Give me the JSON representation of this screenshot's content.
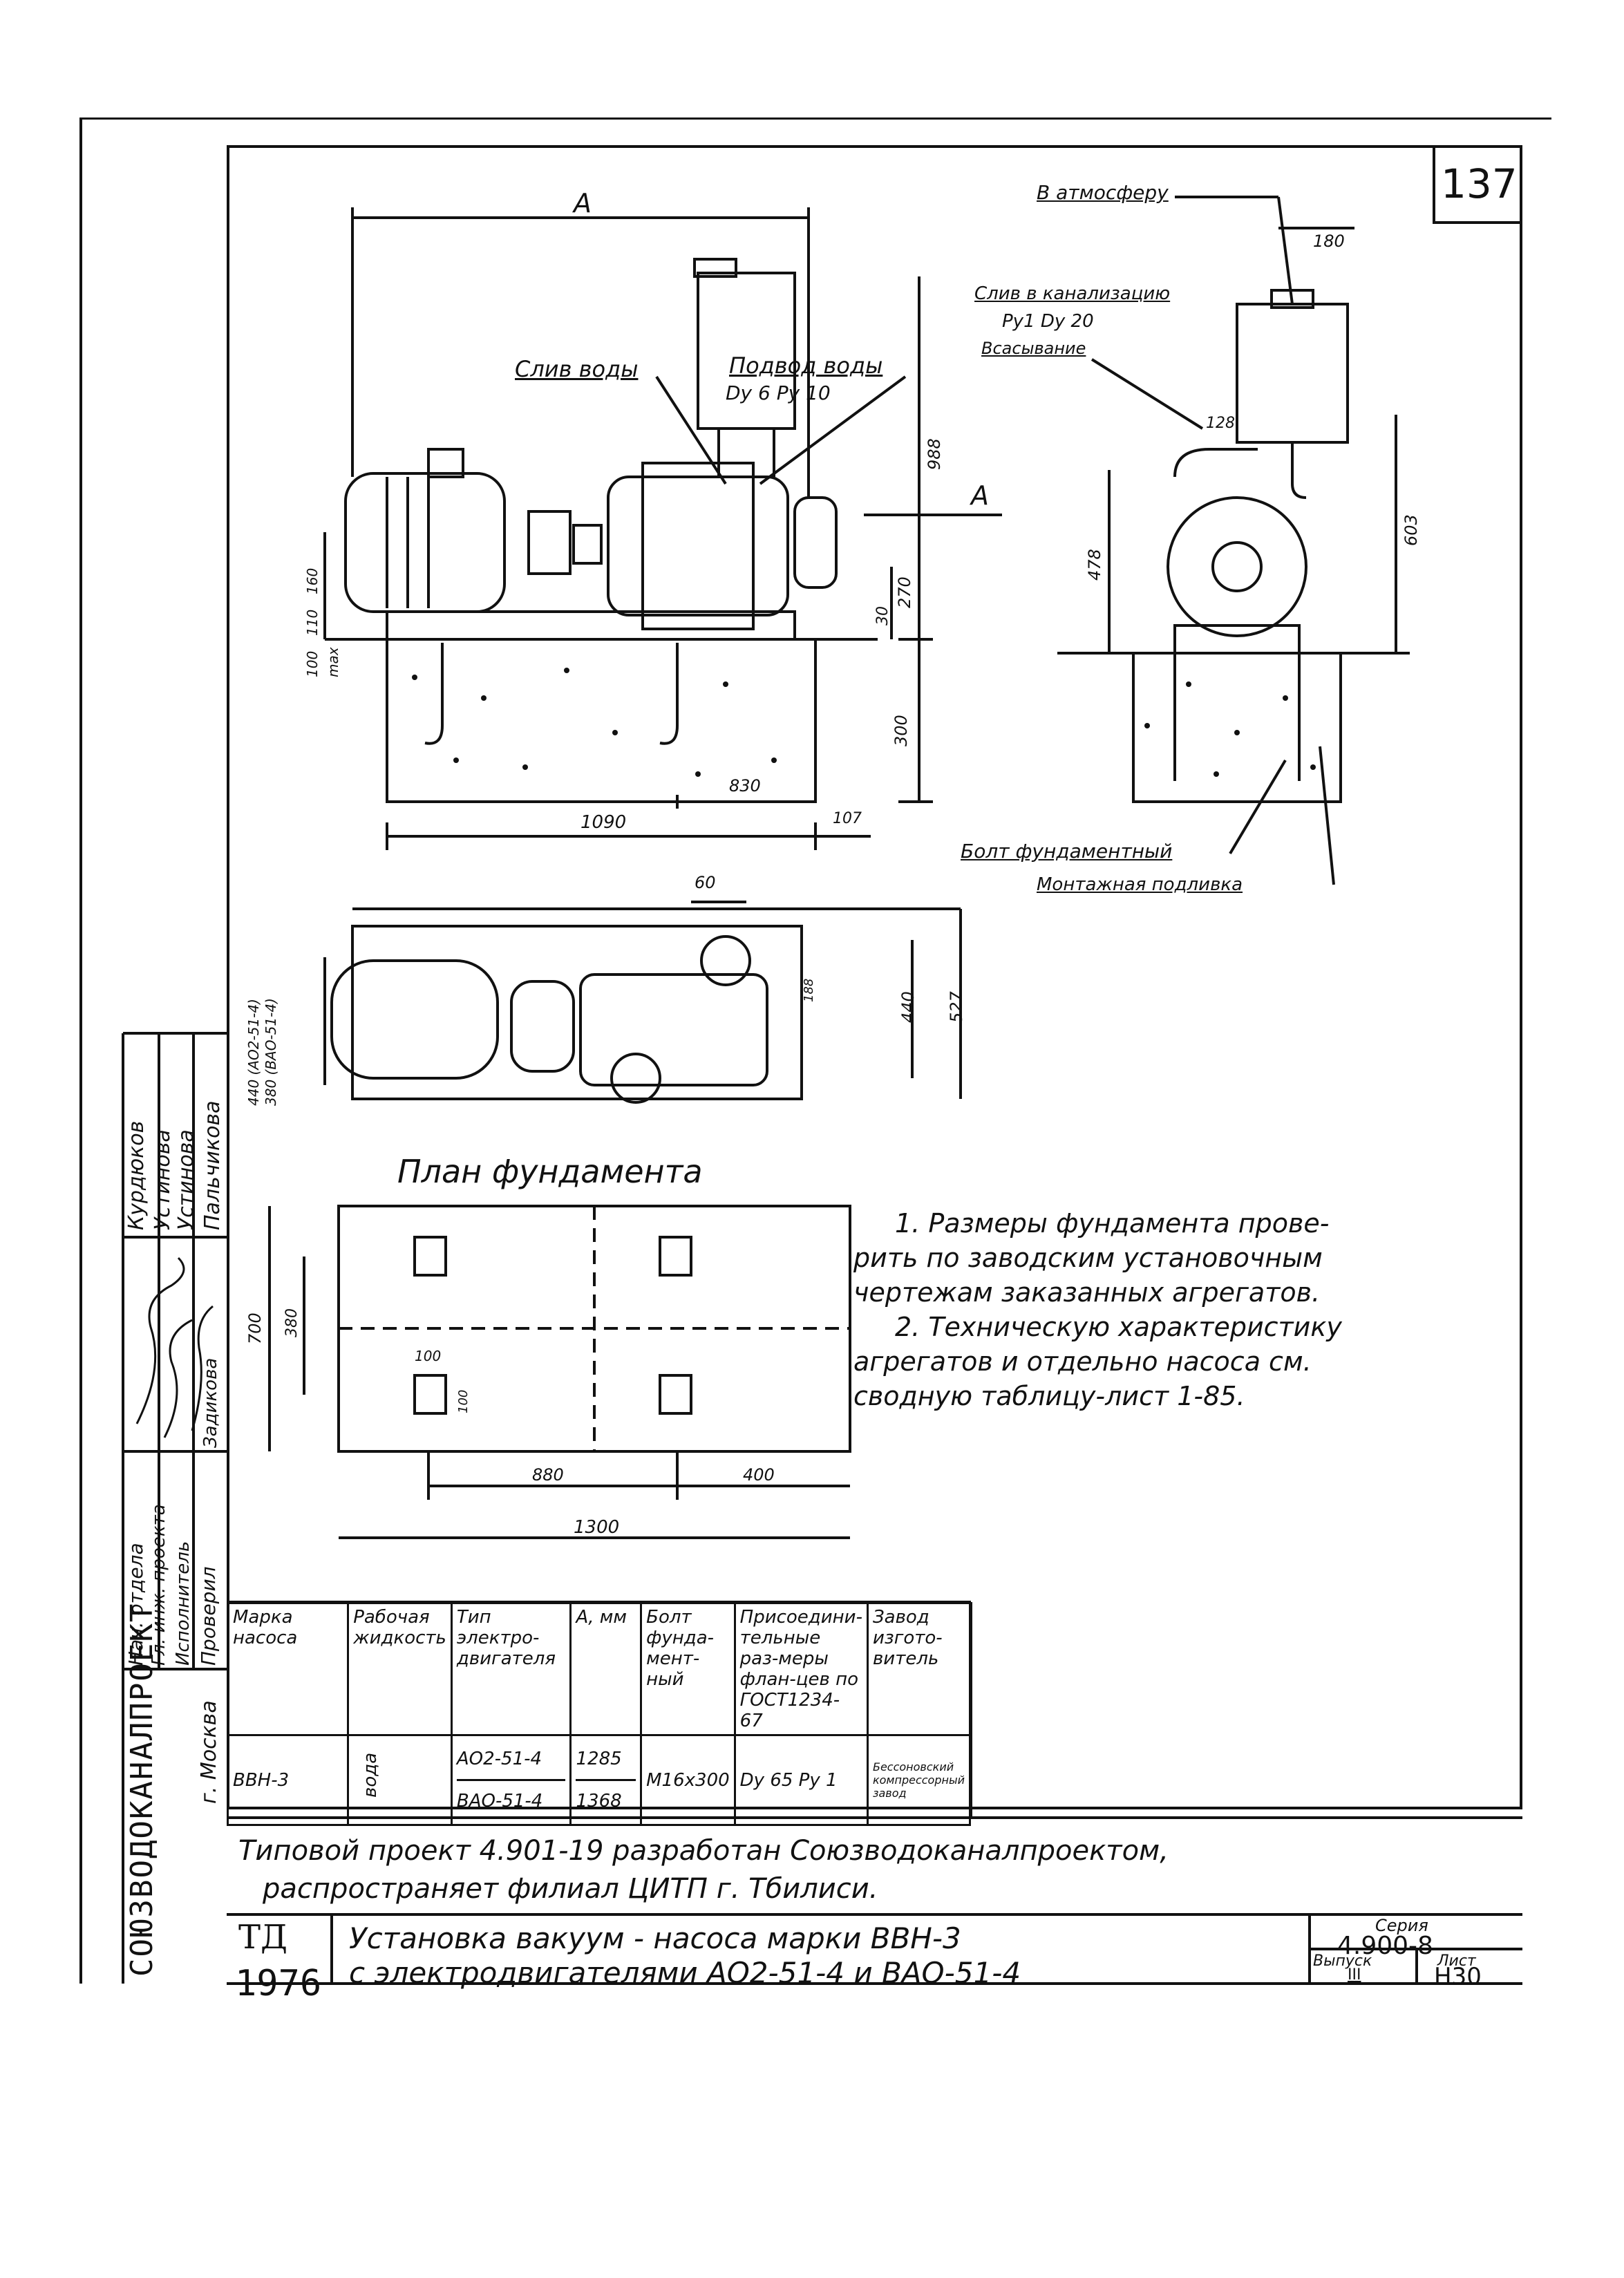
{
  "sheet": {
    "page_number": "137",
    "series_label": "Серия",
    "series_value": "4.900-8",
    "issue_label": "Выпуск",
    "issue_value": "III",
    "sheet_label": "Лист",
    "sheet_value": "Н30",
    "td_mark": "ТД",
    "year": "1976"
  },
  "organization": {
    "name": "СОЮЗВОДОКАНАЛПРОЕКТ",
    "city": "г. Москва"
  },
  "signatures": [
    {
      "role": "Нач. отдела",
      "name": "Курдюков"
    },
    {
      "role": "Гл. инж. проекта",
      "name": "Устинова"
    },
    {
      "role": "Исполнитель",
      "name": "Устинова"
    },
    {
      "role": "Проверил",
      "name": "Пальчикова"
    }
  ],
  "signature_extra": "Задикова",
  "labels": {
    "dim_A": "А",
    "section_A": "А",
    "drain": "Слив воды",
    "water_supply": "Подвод воды",
    "water_supply_spec": "Dy 6  Py 10",
    "to_atmosphere": "В атмосферу",
    "drain_sewer": "Слив в канализацию",
    "drain_sewer_spec": "Py1  Dy 20",
    "suction": "Всасывание",
    "anchor_bolt": "Болт фундаментный",
    "mounting_pour": "Монтажная подливка",
    "foundation_plan": "План фундамента"
  },
  "dimensions": {
    "d_988": "988",
    "d_270": "270",
    "d_30": "30",
    "d_300": "300",
    "d_160": "160",
    "d_110": "110",
    "d_100": "100",
    "d_max": "max",
    "d_1090": "1090",
    "d_830": "830",
    "d_107": "107",
    "d_180": "180",
    "d_128": "128",
    "d_478": "478",
    "d_603": "603",
    "d_60": "60",
    "d_440": "440",
    "d_527": "527",
    "d_188": "188",
    "d_440_alt": "440 (АО2-51-4)",
    "d_380_alt": "380 (ВАО-51-4)",
    "d_700": "700",
    "d_380": "380",
    "d_100a": "100",
    "d_100b": "100",
    "d_880": "880",
    "d_400": "400",
    "d_1300": "1300"
  },
  "notes": [
    "1. Размеры фундамента прове-",
    "рить по заводским установочным",
    "чертежам заказанных агрегатов.",
    "2. Техническую характеристику",
    "агрегатов и отдельно насоса см.",
    "сводную таблицу-лист 1-85."
  ],
  "table": {
    "headers": [
      "Марка насоса",
      "Рабочая жидкость",
      "Тип электро-двигателя",
      "А, мм",
      "Болт фунда-мент-ный",
      "Присоедини-тельные раз-меры флан-цев по ГОСТ1234-67",
      "Завод изгото-витель"
    ],
    "pump": "ВВН-3",
    "liquid": "вода",
    "motors": [
      "АО2-51-4",
      "ВАО-51-4"
    ],
    "a_values": [
      "1285",
      "1368"
    ],
    "bolt": "М16х300",
    "flange": "Dy 65 Py 1",
    "plant": "Бессоновский компрессорный завод"
  },
  "title_block": {
    "project_line1": "Типовой проект 4.901-19 разработан Союзводоканалпроектом,",
    "project_line2": "распространяет   филиал   ЦИТП   г. Тбилиси.",
    "title_line1": "Установка  вакуум - насоса  марки  ВВН-3",
    "title_line2": "с  электродвигателями  АО2-51-4 и ВАО-51-4"
  }
}
